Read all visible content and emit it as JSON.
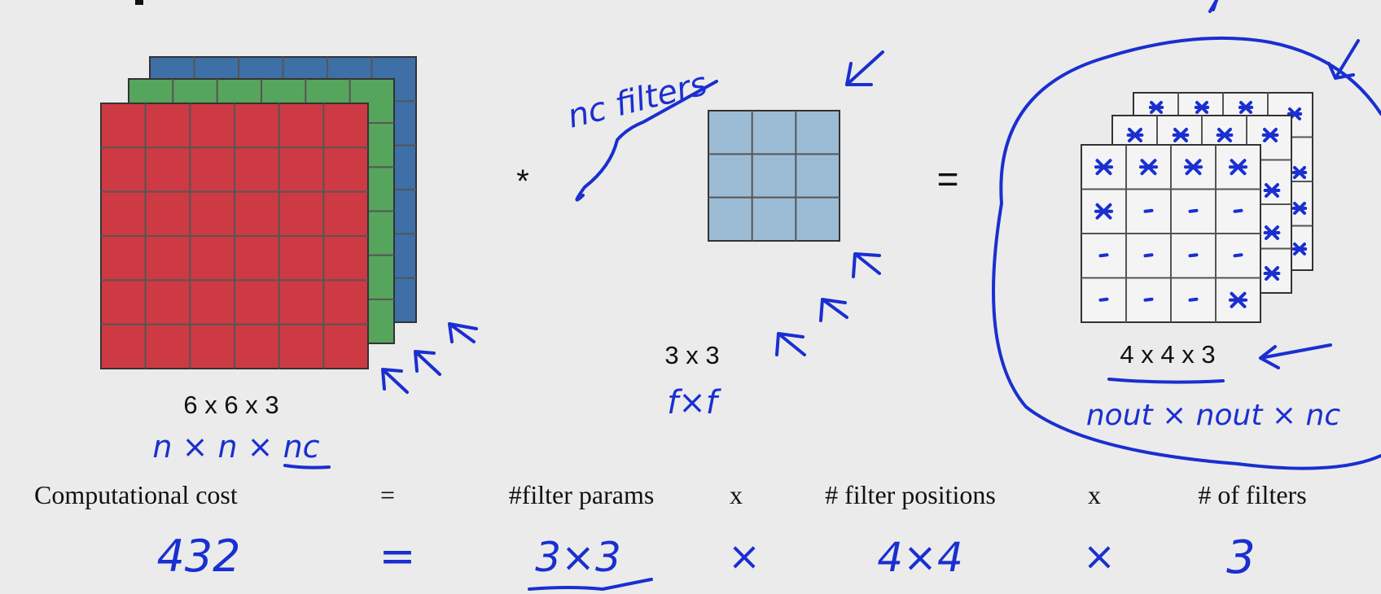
{
  "colors": {
    "background": "#ebebeb",
    "ink": "#1a2fd0",
    "input_red": "#cd3a43",
    "input_green": "#56a55c",
    "input_blue": "#3e6fa6",
    "filter_blue": "#9cbcd6",
    "output_white": "#f4f4f4"
  },
  "input": {
    "label": "6 x 6 x 3",
    "annotation": "n × n × nc",
    "grid": {
      "rows": 6,
      "cols": 6,
      "channels": 3
    }
  },
  "operator_convolve": "*",
  "filter": {
    "label": "3 x 3",
    "annotation": "f×f",
    "count_annotation": "nc filters",
    "grid": {
      "rows": 3,
      "cols": 3
    }
  },
  "operator_equals": "=",
  "output": {
    "label": "4 x 4 x 3",
    "annotation": "nout × nout × nc",
    "grid": {
      "rows": 4,
      "cols": 4,
      "channels": 3
    }
  },
  "cost_row": {
    "term_cost": "Computational cost",
    "eq": "=",
    "term_params": "#filter params",
    "times_1": "x",
    "term_positions": "# filter positions",
    "times_2": "x",
    "term_filters": "# of filters"
  },
  "cost_values": {
    "cost": "432",
    "eq": "=",
    "params": "3×3",
    "times_1": "×",
    "positions": "4×4",
    "times_2": "×",
    "filters": "3"
  }
}
